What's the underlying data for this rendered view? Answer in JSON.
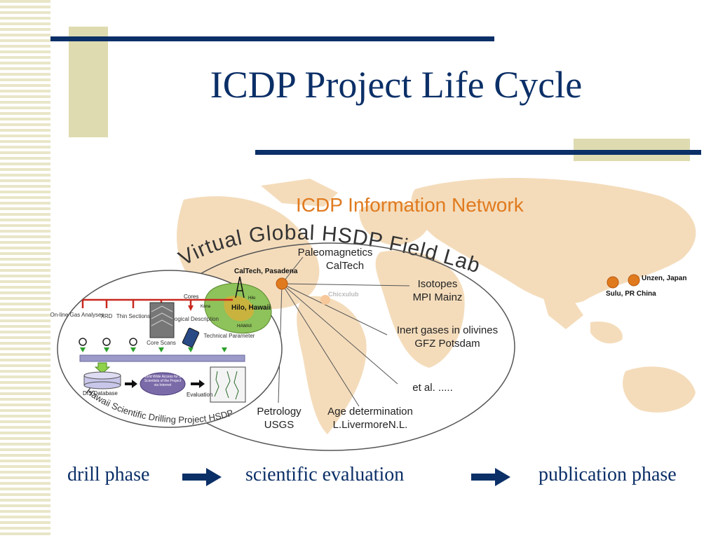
{
  "slide": {
    "title": "ICDP Project Life Cycle"
  },
  "network": {
    "title": "ICDP Information Network",
    "arc_text": "Virtual Global HSDP Field Lab",
    "hub_label": "CalTech, Pasadena",
    "nodes": [
      {
        "line1": "Paleomagnetics",
        "line2": "CalTech"
      },
      {
        "line1": "Isotopes",
        "line2": "MPI Mainz"
      },
      {
        "line1": "Inert gases in olivines",
        "line2": "GFZ Potsdam"
      },
      {
        "line1": "et al. .....",
        "line2": ""
      },
      {
        "line1": "Age determination",
        "line2": "L.LivermoreN.L."
      },
      {
        "line1": "Petrology",
        "line2": "USGS"
      }
    ],
    "sites": {
      "chicxulub": "Chicxulub",
      "unzen": "Unzen, Japan",
      "sulu": "Sulu, PR China"
    }
  },
  "hsdp": {
    "arc_text": "Hawaii Scientific Drilling Project HSDP",
    "cores": "Cores",
    "hilo_hawaii": "Hilo, Hawaii",
    "hilo": "Hilo",
    "kona": "Kona",
    "hawaii": "HAWAII",
    "inputs": [
      "On-line Gas Analyses",
      "XRD",
      "Thin Sections",
      "Core Scans",
      "Geological Description",
      "Technical Parameter"
    ],
    "dis_database": "DIS Database",
    "www_access": "World Wide Access for all Scientists of the Project via Internet",
    "evaluation": "Evaluation"
  },
  "phases": {
    "drill": "drill phase",
    "evaluation": "scientific evaluation",
    "publication": "publication phase"
  },
  "colors": {
    "navy": "#0b2f67",
    "olive": "#dedbb0",
    "orange": "#e07a1e",
    "map": "#f4dcbb"
  }
}
